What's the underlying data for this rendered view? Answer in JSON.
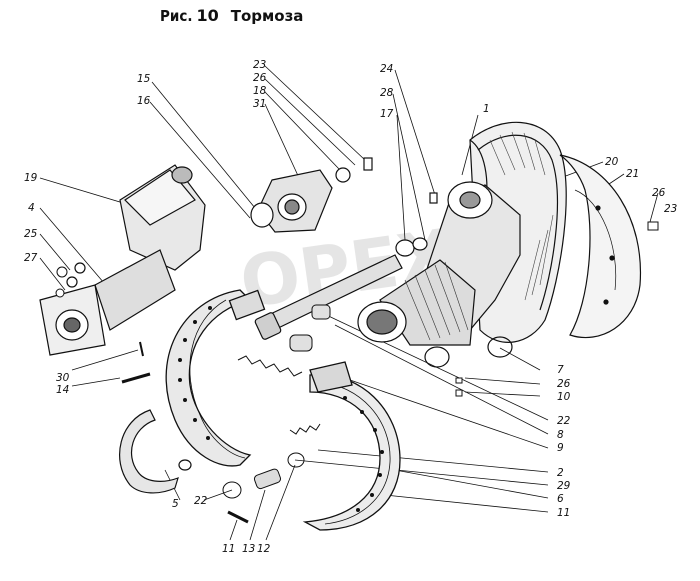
{
  "figure": {
    "label": "Рис.",
    "number": "10",
    "title": "Тормоза"
  },
  "watermark": "OPEX",
  "callouts": [
    {
      "id": "c1",
      "text": "1"
    },
    {
      "id": "c2",
      "text": "2"
    },
    {
      "id": "c4",
      "text": "4"
    },
    {
      "id": "c5",
      "text": "5"
    },
    {
      "id": "c6",
      "text": "6"
    },
    {
      "id": "c7",
      "text": "7"
    },
    {
      "id": "c8",
      "text": "8"
    },
    {
      "id": "c9",
      "text": "9"
    },
    {
      "id": "c10",
      "text": "10"
    },
    {
      "id": "c11a",
      "text": "11"
    },
    {
      "id": "c11b",
      "text": "11"
    },
    {
      "id": "c12",
      "text": "12"
    },
    {
      "id": "c13",
      "text": "13"
    },
    {
      "id": "c14",
      "text": "14"
    },
    {
      "id": "c15",
      "text": "15"
    },
    {
      "id": "c16",
      "text": "16"
    },
    {
      "id": "c17",
      "text": "17"
    },
    {
      "id": "c18",
      "text": "18"
    },
    {
      "id": "c19",
      "text": "19"
    },
    {
      "id": "c20",
      "text": "20"
    },
    {
      "id": "c21",
      "text": "21"
    },
    {
      "id": "c22a",
      "text": "22"
    },
    {
      "id": "c22b",
      "text": "22"
    },
    {
      "id": "c23a",
      "text": "23"
    },
    {
      "id": "c23b",
      "text": "23"
    },
    {
      "id": "c24",
      "text": "24"
    },
    {
      "id": "c25",
      "text": "25"
    },
    {
      "id": "c26a",
      "text": "26"
    },
    {
      "id": "c26b",
      "text": "26"
    },
    {
      "id": "c26c",
      "text": "26"
    },
    {
      "id": "c27",
      "text": "27"
    },
    {
      "id": "c28",
      "text": "28"
    },
    {
      "id": "c29",
      "text": "29"
    },
    {
      "id": "c30",
      "text": "30"
    },
    {
      "id": "c31",
      "text": "31"
    }
  ]
}
